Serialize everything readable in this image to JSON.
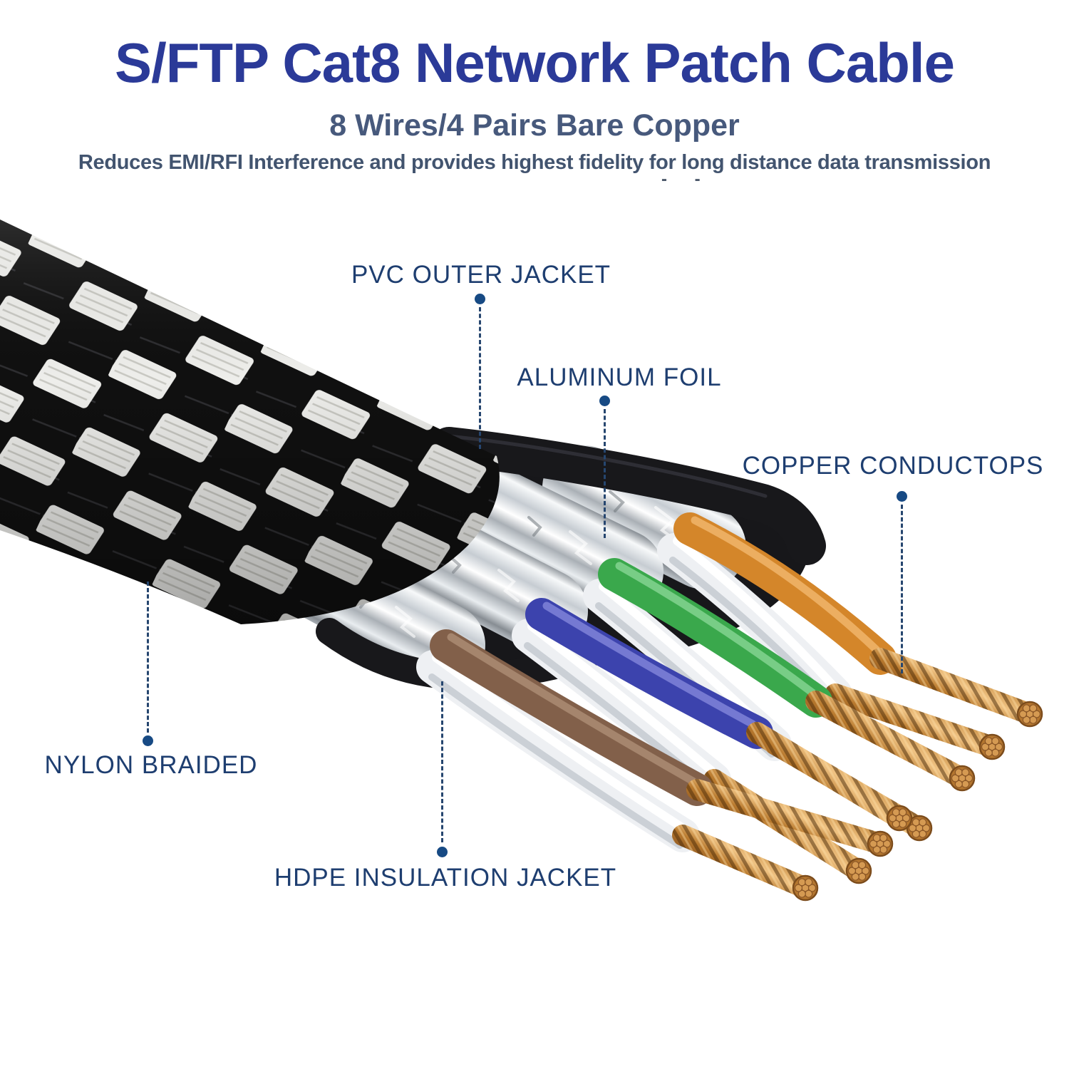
{
  "header": {
    "title": "S/FTP Cat8 Network Patch Cable",
    "subtitle": "8 Wires/4 Pairs Bare Copper",
    "tagline": "Reduces EMI/RFI Interference and provides highest fidelity for long distance data transmission",
    "artifact_dashes": "- -"
  },
  "callouts": {
    "pvc_outer_jacket": {
      "text": "PVC OUTER JACKET"
    },
    "aluminum_foil": {
      "text": "ALUMINUM FOIL"
    },
    "copper_conductors": {
      "text": "COPPER CONDUCTOPS"
    },
    "nylon_braided": {
      "text": "NYLON BRAIDED"
    },
    "hdpe_insulation_jacket": {
      "text": "HDPE INSULATION JACKET"
    }
  },
  "illustration": {
    "subject": "cutaway of flat S/FTP Cat8 cable",
    "wire_pairs": [
      "orange + white",
      "green + white",
      "blue + white",
      "brown + white"
    ],
    "layers": [
      "nylon braided sleeve",
      "PVC outer jacket",
      "aluminum foil shields",
      "HDPE insulation",
      "bare copper stranded conductors"
    ]
  },
  "colors": {
    "title_blue": "#2b3a98",
    "subtitle_slate": "#47597c",
    "label_navy": "#1e3e70",
    "leader_navy": "#26466f",
    "wire_orange": "#d4862a",
    "wire_green": "#3aa84c",
    "wire_blue": "#3c43ad",
    "wire_brown": "#82604a",
    "wire_white": "#eef0f3",
    "copper": "#c08036",
    "foil_silver": "#c6ccd2",
    "jacket_black": "#17171a",
    "braid_black": "#101010",
    "braid_white": "#eeeeeb"
  }
}
